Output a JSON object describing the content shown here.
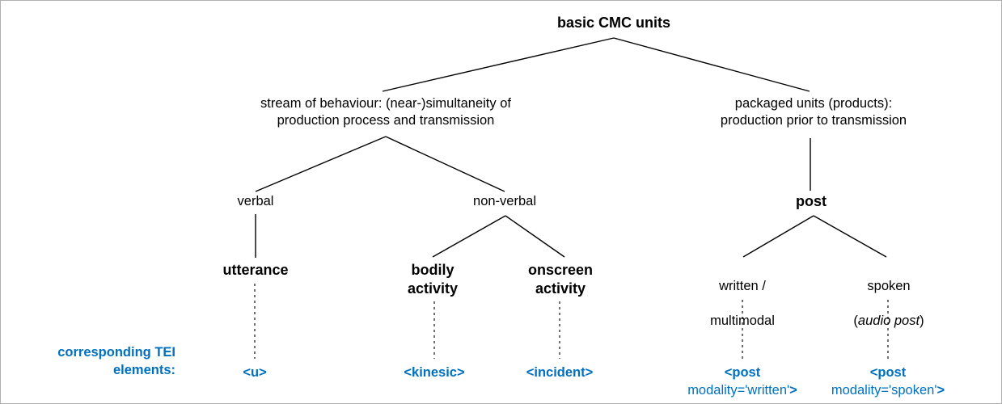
{
  "diagram": {
    "title_node": "basic CMC units",
    "level2": {
      "left": "stream of behaviour: (near-)simultaneity of\nproduction process and transmission",
      "right": "packaged units (products):\nproduction prior to transmission"
    },
    "level3": {
      "verbal": "verbal",
      "nonverbal": "non-verbal",
      "post": "post"
    },
    "level4": {
      "utterance": "utterance",
      "bodily_activity": "bodily\nactivity",
      "onscreen_activity": "onscreen\nactivity",
      "written_multimodal_line1": "written /",
      "written_multimodal_line2": "multimodal",
      "spoken_line1": "spoken",
      "spoken_line2_open": "(",
      "spoken_line2_italic": "audio post",
      "spoken_line2_close": ")"
    },
    "tei": {
      "caption": "corresponding TEI\nelements:",
      "u": "<u>",
      "kinesic": "<kinesic>",
      "incident": "<incident>",
      "post_written_line1": "<post",
      "post_written_line2_attr": "modality='written'",
      "post_written_line2_close": ">",
      "post_spoken_line1": "<post",
      "post_spoken_line2_attr": "modality='spoken'",
      "post_spoken_line2_close": ">"
    },
    "colors": {
      "text": "#000000",
      "tei_blue": "#0070c0",
      "edge": "#000000",
      "border": "#b0b0b0",
      "background": "#ffffff"
    }
  }
}
